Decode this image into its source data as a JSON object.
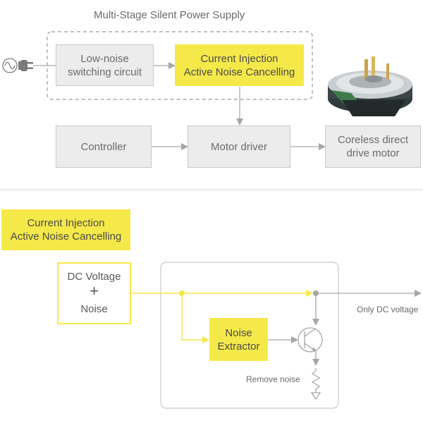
{
  "top": {
    "title": "Multi-Stage Silent Power Supply",
    "low_noise": "Low-noise\nswitching circuit",
    "cianc": "Current Injection\nActive Noise Cancelling",
    "controller": "Controller",
    "motor_driver": "Motor driver",
    "motor": "Coreless direct\ndrive motor"
  },
  "bottom": {
    "cianc": "Current Injection\nActive Noise Cancelling",
    "dc_voltage": "DC Voltage",
    "plus": "+",
    "noise": "Noise",
    "extractor": "Noise\nExtractor",
    "only_dc": "Only DC voltage",
    "remove_noise": "Remove noise"
  },
  "colors": {
    "accent_yellow": "#f5e94a",
    "box_gray": "#ececec",
    "line_gray": "#a6a6a6"
  }
}
